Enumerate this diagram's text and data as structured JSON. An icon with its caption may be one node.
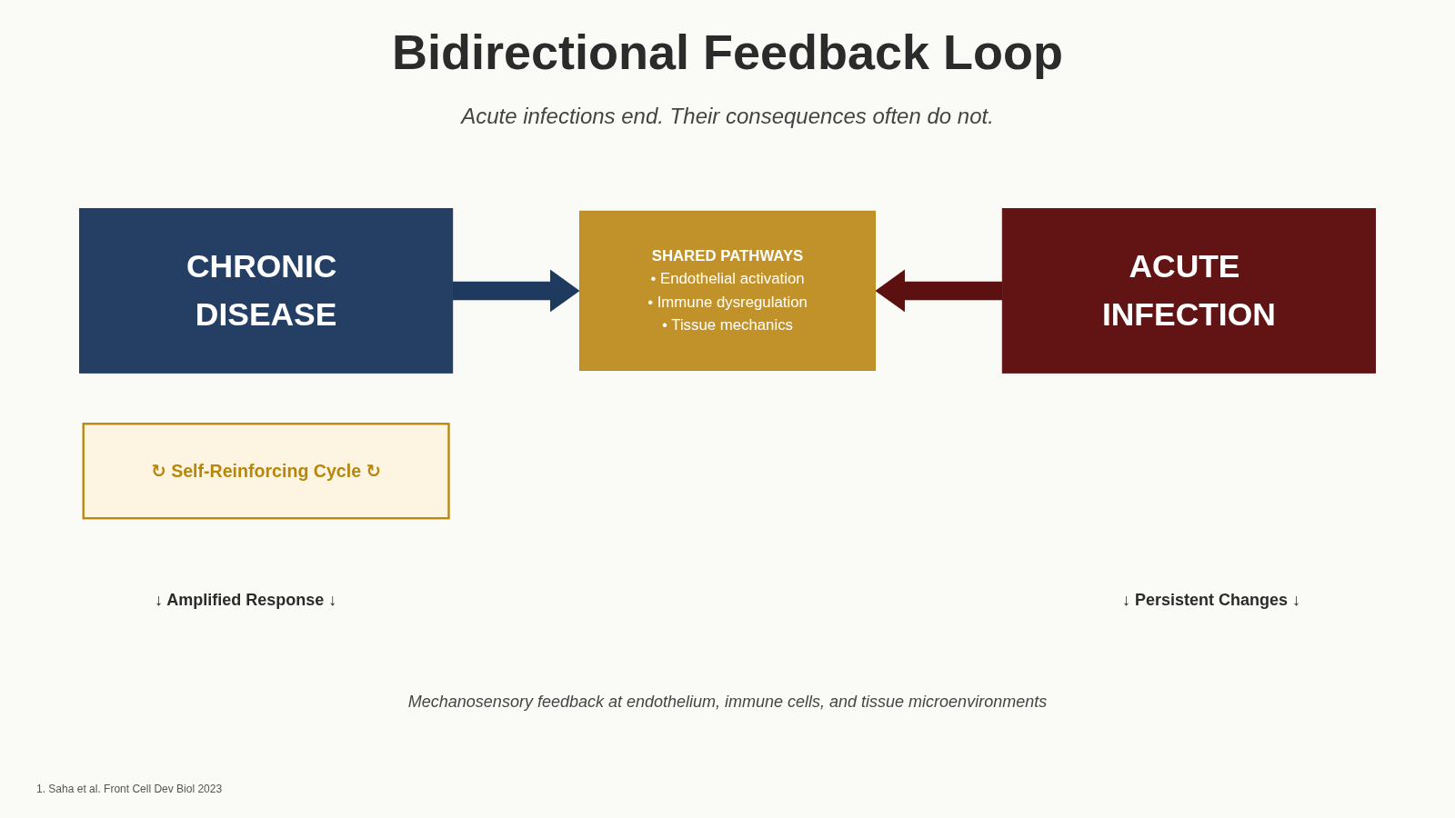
{
  "diagram": {
    "title": "Bidirectional Feedback Loop",
    "caption": "Mechanosensory feedback at endothelium, immune cells, and tissue microenvironments",
    "nodes": [
      {
        "text": [
          "CHRONIC DISEASE"
        ]
      },
      {
        "text": [
          "SHARED PATHWAYS",
          "• Endothelial activation",
          "• Immune dysregulation",
          "• Tissue mechanics"
        ]
      },
      {
        "text": [
          "ACUTE INFECTION"
        ]
      },
      {
        "text": [
          "↻ Self-Reinforcing Cycle ↻"
        ]
      }
    ],
    "edges": [
      {
        "from": 0,
        "to": 1,
        "arrow": "to",
        "color": "#1e3a5f"
      },
      {
        "from": 2,
        "to": 1,
        "arrow": "to",
        "color": "#5c1010"
      }
    ],
    "labels": [
      "Acute infections end. Their consequences often do not.",
      "↓ Amplified Response ↓",
      "↓ Persistent Changes ↓",
      "1. Saha et al. Front Cell Dev Biol 2023"
    ]
  }
}
